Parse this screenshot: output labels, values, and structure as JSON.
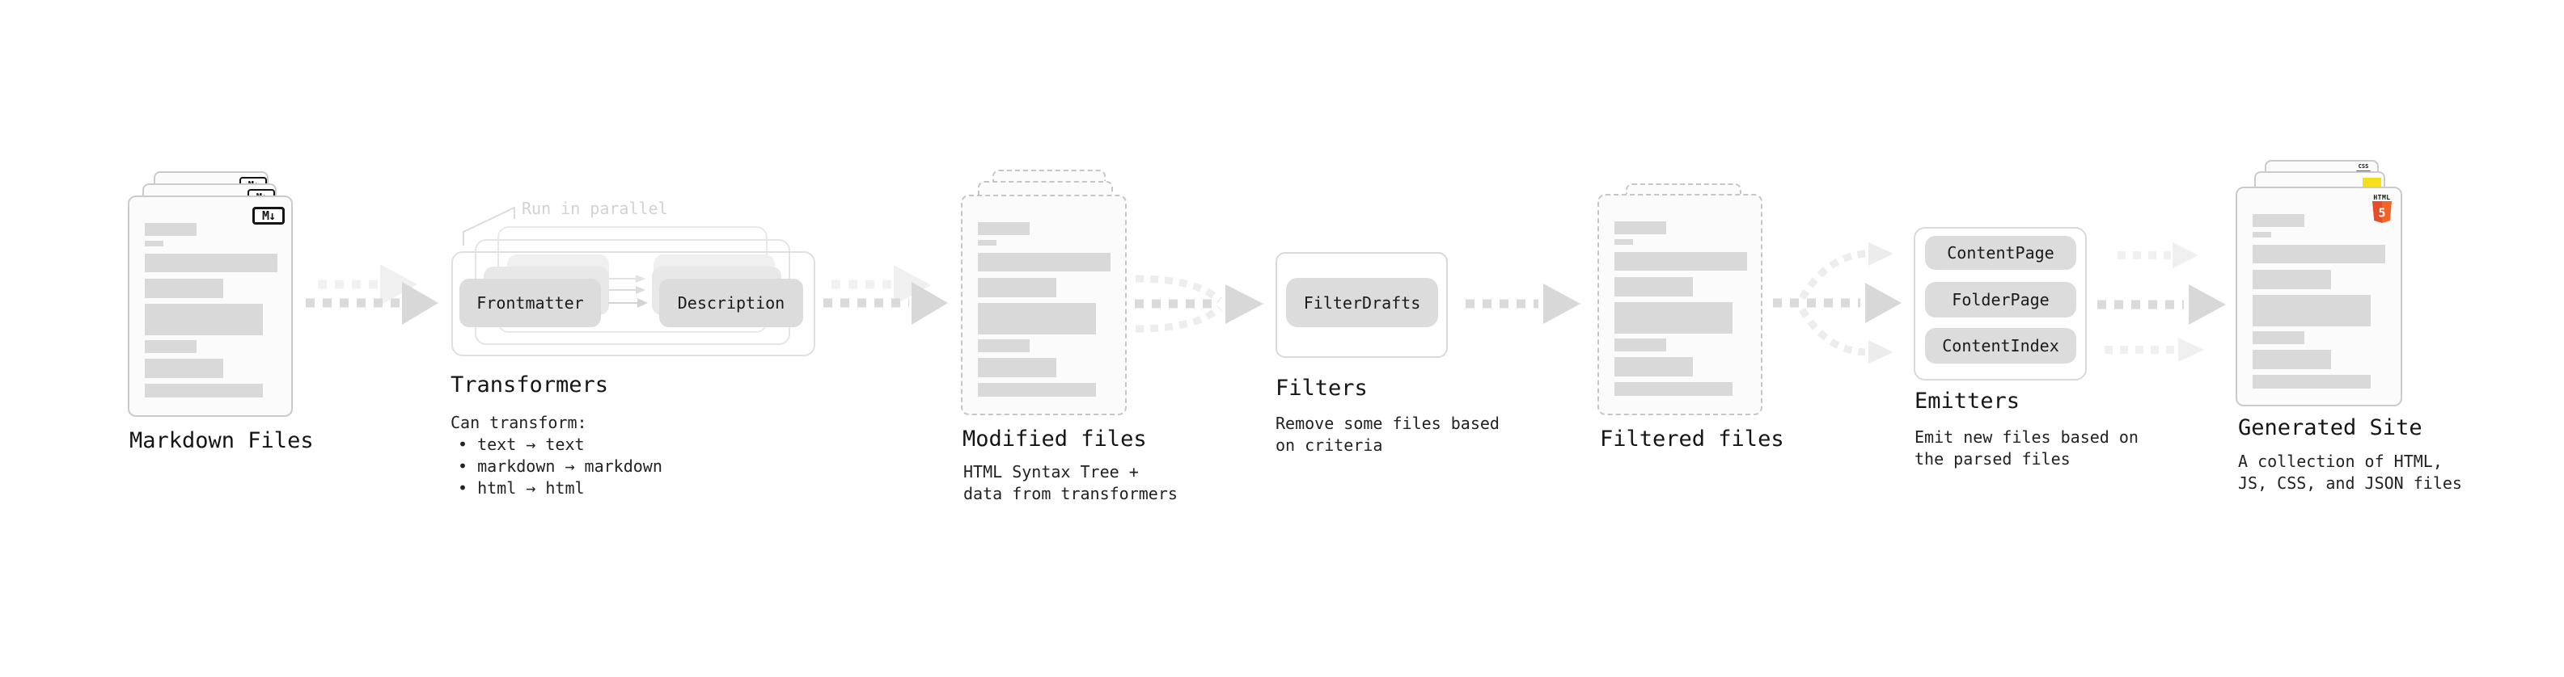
{
  "stages": {
    "markdown": {
      "title": "Markdown Files",
      "badge": "M↓"
    },
    "transformers": {
      "annotation": "Run in parallel",
      "pill_left": "Frontmatter",
      "pill_right": "Description",
      "title": "Transformers",
      "caption": [
        "Can transform:",
        "• text → text",
        "• markdown → markdown",
        "• html → html"
      ]
    },
    "modified": {
      "title": "Modified files",
      "caption": [
        "HTML Syntax Tree +",
        "data from transformers"
      ]
    },
    "filters": {
      "pill": "FilterDrafts",
      "title": "Filters",
      "caption": [
        "Remove some files based",
        "on criteria"
      ]
    },
    "filtered": {
      "title": "Filtered files"
    },
    "emitters": {
      "pills": [
        "ContentPage",
        "FolderPage",
        "ContentIndex"
      ],
      "title": "Emitters",
      "caption": [
        "Emit new files based on",
        "the parsed files"
      ]
    },
    "generated": {
      "title": "Generated Site",
      "caption": [
        "A collection of HTML,",
        "JS, CSS, and JSON files"
      ],
      "badges": {
        "css": "CSS",
        "html": "HTML",
        "five": "5"
      }
    }
  },
  "colors": {
    "background": "#ffffff",
    "bar_gray": "#d9d9d9",
    "pill_gray": "#dcdcdc",
    "arrow_gray": "#dadada",
    "arrow_light": "#f0f0f0",
    "css_blue": "#2b63f0",
    "js_yellow": "#f6de1d",
    "html5_orange": "#e44d26",
    "html5_orange_light": "#f16529"
  }
}
